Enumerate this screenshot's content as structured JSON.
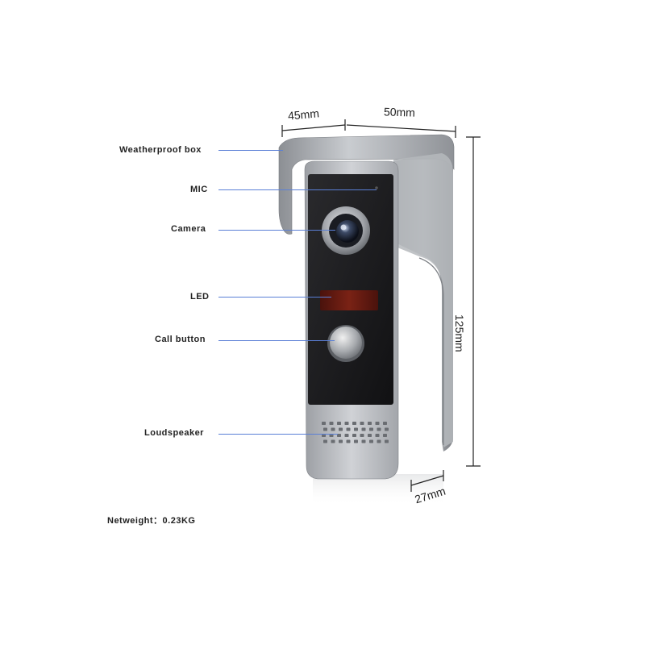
{
  "dimensions": {
    "depth_top": "45mm",
    "width": "50mm",
    "height": "125mm",
    "depth_bottom": "27mm"
  },
  "callouts": {
    "weatherproof_box": "Weatherproof box",
    "mic": "MIC",
    "camera": "Camera",
    "led": "LED",
    "call_button": "Call button",
    "loudspeaker": "Loudspeaker"
  },
  "netweight": "Netweight：0.23KG",
  "colors": {
    "leader_line": "#5a7fd6",
    "housing": "#a9acb1",
    "panel": "#1b1b1d",
    "led": "#6b1a12"
  }
}
